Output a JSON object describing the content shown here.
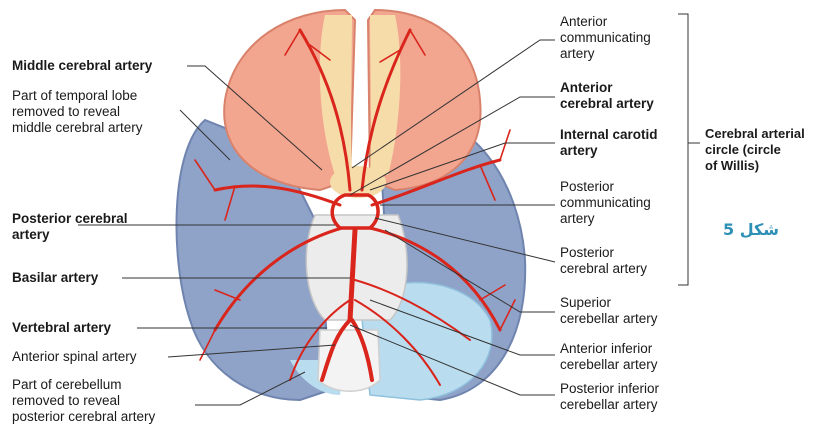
{
  "labels_left": {
    "middle_cerebral": "Middle cerebral artery",
    "temporal_lobe": "Part of temporal lobe\nremoved to reveal\nmiddle cerebral artery",
    "posterior_cerebral": "Posterior cerebral\nartery",
    "basilar": "Basilar artery",
    "vertebral": "Vertebral artery",
    "anterior_spinal": "Anterior spinal artery",
    "cerebellum": "Part of cerebellum\nremoved to reveal\nposterior cerebral artery"
  },
  "labels_right": {
    "anterior_communicating": "Anterior\ncommunicating\nartery",
    "anterior_cerebral": "Anterior\ncerebral artery",
    "internal_carotid": "Internal carotid\nartery",
    "posterior_communicating": "Posterior\ncommunicating\nartery",
    "posterior_cerebral": "Posterior\ncerebral artery",
    "superior_cerebellar": "Superior\ncerebellar artery",
    "anterior_inferior_cerebellar": "Anterior inferior\ncerebellar artery",
    "posterior_inferior_cerebellar": "Posterior inferior\ncerebellar artery"
  },
  "bracket_label": "Cerebral arterial\ncircle (circle\nof Willis)",
  "figure_tag": "شكل 5",
  "colors": {
    "frontal": "#f2a58f",
    "temporal": "#8fa3c9",
    "cerebellum": "#b9dcef",
    "brainstem": "#ececec",
    "olfactory": "#f6dca8",
    "artery": "#d9251c"
  }
}
